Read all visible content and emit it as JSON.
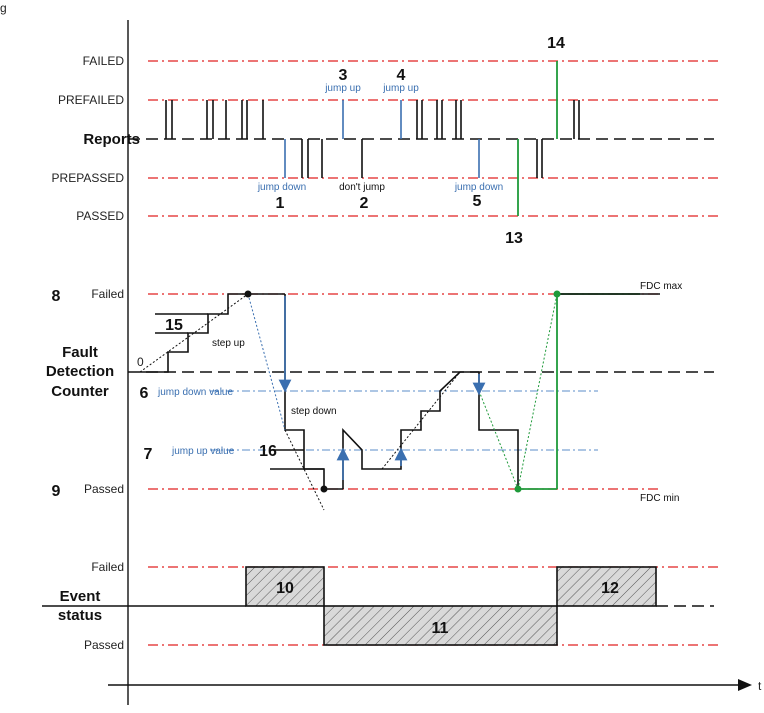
{
  "header": {
    "partial": "g"
  },
  "reports": {
    "levels": [
      "FAILED",
      "PREFAILED",
      "Reports",
      "PREPASSED",
      "PASSED"
    ],
    "annotations": [
      "jump up",
      "jump up",
      "jump down",
      "don't jump",
      "jump down"
    ],
    "markers": [
      "3",
      "4",
      "1",
      "2",
      "5",
      "13",
      "14"
    ]
  },
  "fdc": {
    "title_lines": [
      "Fault",
      "Detection",
      "Counter"
    ],
    "levels": {
      "failed": "Failed",
      "zero": "0",
      "passed": "Passed"
    },
    "right_labels": {
      "max": "FDC max",
      "min": "FDC min"
    },
    "value_labels": {
      "jump_down": "jump down value",
      "jump_up": "jump up value"
    },
    "steps": {
      "up": "step up",
      "down": "step down"
    },
    "markers": [
      "8",
      "15",
      "6",
      "16",
      "7",
      "9"
    ]
  },
  "event_status": {
    "title_lines": [
      "Event",
      "status"
    ],
    "levels": {
      "failed": "Failed",
      "passed": "Passed"
    },
    "markers": [
      "10",
      "11",
      "12"
    ]
  },
  "time_axis": {
    "label": "t"
  },
  "colors": {
    "threshold": "#e02020",
    "jump": "#3a6fb0",
    "green": "#1f9a3a",
    "hatch": "#d9d9d9"
  }
}
